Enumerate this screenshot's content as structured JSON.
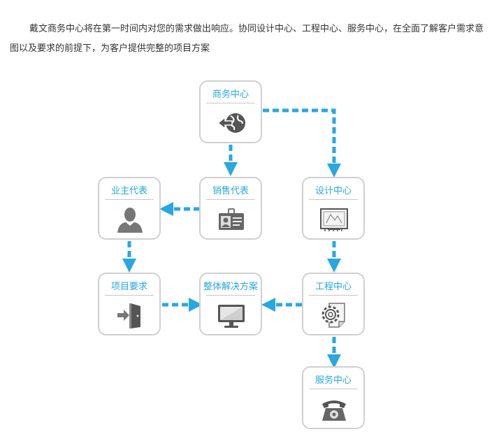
{
  "intro": {
    "text": "戴文商务中心将在第一时间内对您的需求做出响应。协同设计中心、工程中心、服务中心，在全面了解客户需求意图以及要求的前提下，为客户提供完整的项目方案"
  },
  "colors": {
    "accent": "#29a7e1",
    "border": "#d0d0d0",
    "icon": "#555555",
    "text": "#333333"
  },
  "nodes": {
    "business": {
      "label": "商务中心",
      "icon": "globe-arrows-icon"
    },
    "sales": {
      "label": "销售代表",
      "icon": "id-badge-icon"
    },
    "owner": {
      "label": "业主代表",
      "icon": "user-silhouette-icon"
    },
    "design": {
      "label": "设计中心",
      "icon": "blueprint-icon"
    },
    "project": {
      "label": "项目要求",
      "icon": "door-enter-icon"
    },
    "solution": {
      "label": "整体解决方案",
      "icon": "monitor-icon"
    },
    "engineering": {
      "label": "工程中心",
      "icon": "gear-document-icon"
    },
    "service": {
      "label": "服务中心",
      "icon": "telephone-icon"
    }
  },
  "connections": [
    {
      "from": "商务中心",
      "to": "销售代表"
    },
    {
      "from": "商务中心",
      "to": "设计中心"
    },
    {
      "from": "销售代表",
      "to": "业主代表"
    },
    {
      "from": "业主代表",
      "to": "项目要求"
    },
    {
      "from": "项目要求",
      "to": "整体解决方案"
    },
    {
      "from": "设计中心",
      "to": "工程中心"
    },
    {
      "from": "工程中心",
      "to": "整体解决方案"
    },
    {
      "from": "工程中心",
      "to": "服务中心"
    }
  ]
}
